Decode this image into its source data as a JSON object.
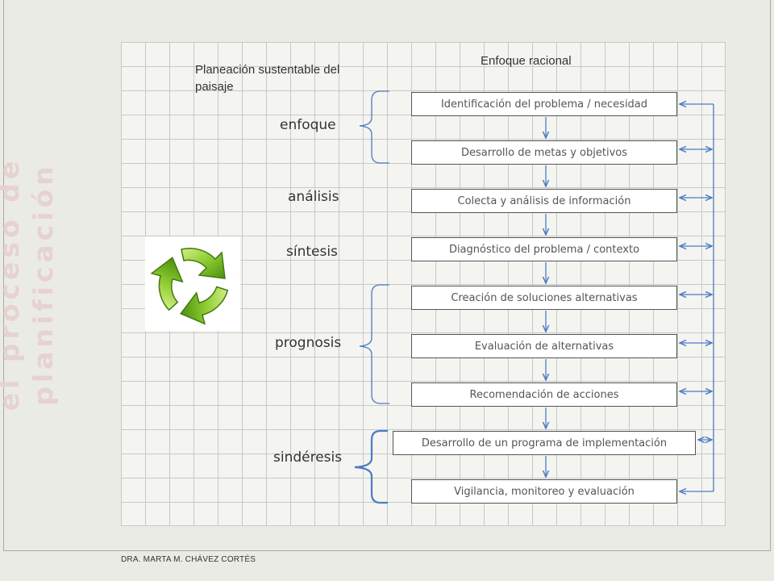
{
  "title": "el proceso de planificación",
  "header_left": "Planeación sustentable del paisaje",
  "header_right": "Enfoque racional",
  "stages": [
    {
      "label": "enfoque"
    },
    {
      "label": "análisis"
    },
    {
      "label": "síntesis"
    },
    {
      "label": "prognosis"
    },
    {
      "label": "sindéresis"
    }
  ],
  "steps": [
    "Identificación del problema / necesidad",
    "Desarrollo de metas y objetivos",
    "Colecta y análisis de información",
    "Diagnóstico del problema / contexto",
    "Creación de soluciones alternativas",
    "Evaluación de alternativas",
    "Recomendación de acciones",
    "Desarrollo de un programa de implementación",
    "Vigilancia, monitoreo y evaluación"
  ],
  "footer": "DRA. MARTA M. CHÁVEZ CORTÉS",
  "colors": {
    "arrow": "#4a7cc4",
    "recycle_green": "#7fbf2a",
    "title": "#e6d3d0"
  },
  "icon": "recycle-icon"
}
